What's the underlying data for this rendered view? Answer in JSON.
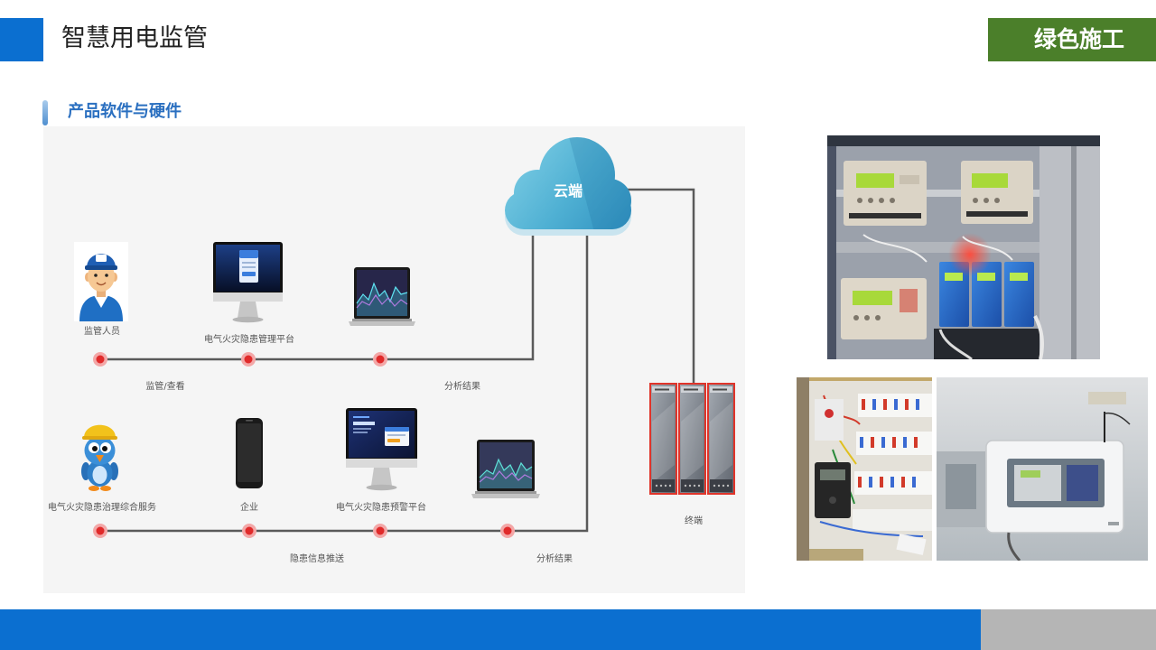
{
  "colors": {
    "header_blue": "#0b6fd0",
    "badge_green": "#4b7f2a",
    "section_blue": "#2a6fc0",
    "connector_red": "#e02a2a",
    "server_outline": "#e0342a",
    "cloud_blue": "#4fb0d3",
    "footer_gray": "#b5b5b5"
  },
  "header": {
    "title": "智慧用电监管",
    "badge": "绿色施工"
  },
  "section": {
    "title": "产品软件与硬件"
  },
  "diagram": {
    "cloud": {
      "label": "云端",
      "icon": "cloud-icon"
    },
    "terminal": {
      "label": "终端",
      "icon": "server-rack-icon"
    },
    "top_row": {
      "nodes": [
        {
          "label": "监管人员",
          "icon": "supervisor-avatar-icon"
        },
        {
          "label": "电气火灾隐患管理平台",
          "icon": "desktop-monitor-icon"
        },
        {
          "icon": "laptop-icon"
        }
      ],
      "edge_labels": [
        "监管/查看",
        "分析结果"
      ]
    },
    "bottom_row": {
      "nodes": [
        {
          "label": "电气火灾隐患治理综合服务",
          "icon": "bird-mascot-icon"
        },
        {
          "label": "企业",
          "icon": "smartphone-icon"
        },
        {
          "label": "电气火灾隐患预警平台",
          "icon": "desktop-monitor-icon"
        },
        {
          "icon": "laptop-icon"
        }
      ],
      "edge_labels": [
        "隐患信息推送",
        "分析结果"
      ]
    }
  }
}
